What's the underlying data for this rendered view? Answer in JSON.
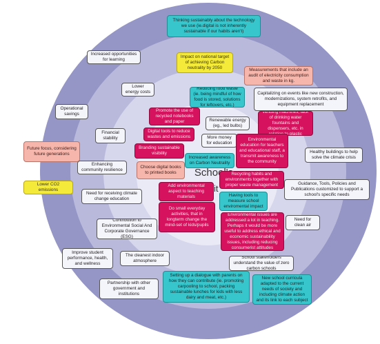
{
  "center": {
    "title": "School's",
    "subtitle": "it"
  },
  "notes": [
    {
      "id": "n01",
      "text": "Thinking sustainably about the technology we use (ie.digital is not inherently sustainable if our habits aren't)"
    },
    {
      "id": "n02",
      "text": "Increased opportunities for learning"
    },
    {
      "id": "n03",
      "text": "Impact on national target of achieving Carbon neutrality by 2050"
    },
    {
      "id": "n04",
      "text": "Measurements that include an audit of electricity consumption and waste in kg."
    },
    {
      "id": "n05",
      "text": "Lower energy costs"
    },
    {
      "id": "n06",
      "text": "Reducing food waste (ie. being mindful of how food is stored, solutions for leftovers, etc.)"
    },
    {
      "id": "n07",
      "text": "Capitalizing on events like new construction, modernizations, system retrofits, and equipment replacement"
    },
    {
      "id": "n08",
      "text": "Operational savings"
    },
    {
      "id": "n09",
      "text": "Promote the use of recycled notebooks and paper"
    },
    {
      "id": "n10",
      "text": "Renewable energy (eg., led bulbs)"
    },
    {
      "id": "n11",
      "text": "Consider the impact of vending machines, lack of drinking water fountains and dispensers, etc. in relation to plastic consumption"
    },
    {
      "id": "n12",
      "text": "Financial stability"
    },
    {
      "id": "n13",
      "text": "Digital tools to reduce wastes and emissions"
    },
    {
      "id": "n14",
      "text": "More money for education"
    },
    {
      "id": "n15",
      "text": "Environmental education for teachers and educational staff, a transmit awareness to the community"
    },
    {
      "id": "n16",
      "text": "Future focus, considering future generations"
    },
    {
      "id": "n17",
      "text": "Branding sustainable visibility"
    },
    {
      "id": "n18",
      "text": "Healthy buildings to help solve the climate crisis"
    },
    {
      "id": "n19",
      "text": "Enhancing community resilience"
    },
    {
      "id": "n20",
      "text": "Increased awareness on Carbon Neutrality"
    },
    {
      "id": "n21",
      "text": "Choose digital books to printed books"
    },
    {
      "id": "n22",
      "text": "Recycling habits and environments together with proper waste management"
    },
    {
      "id": "n23",
      "text": "Guidance, Tools, Policies and Publications customized to support a school's specific needs"
    },
    {
      "id": "n24",
      "text": "Lower CO2 emissions"
    },
    {
      "id": "n25",
      "text": "Add environmental aspect to teaching materials"
    },
    {
      "id": "n26",
      "text": "Need for receiving climate change education"
    },
    {
      "id": "n27",
      "text": "Having tools to measure school enviromental impact"
    },
    {
      "id": "n28",
      "text": "Do small everyday activities, that in longterm change the mind-set of kids/pupils"
    },
    {
      "id": "n29",
      "text": "Contribution to Environmental Social And Corporate Governance (ESG)"
    },
    {
      "id": "n30",
      "text": "Need for clean air"
    },
    {
      "id": "n31",
      "text": "Environmental issues are addressed a lot in teaching. Perhaps it would be more useful to address ethical and economic sustainability issues, including reducing consumerist attitudes"
    },
    {
      "id": "n32",
      "text": "Improve student performance, health, and wellness"
    },
    {
      "id": "n33",
      "text": "The cleanest indoor atmosphere"
    },
    {
      "id": "n34",
      "text": "School stakeholders understand the value of zero carbon schools"
    },
    {
      "id": "n35",
      "text": "Partnership with other government and institutions"
    },
    {
      "id": "n36",
      "text": "Setting up a dialogue with parents on how they can contribute (ie. promoting carpooling to school, packing sustainable lunches for kids with less dairy and meat, etc.)"
    },
    {
      "id": "n37",
      "text": "New school curricula adapted to the current needs of society and including climate action and its link to each subject"
    }
  ]
}
